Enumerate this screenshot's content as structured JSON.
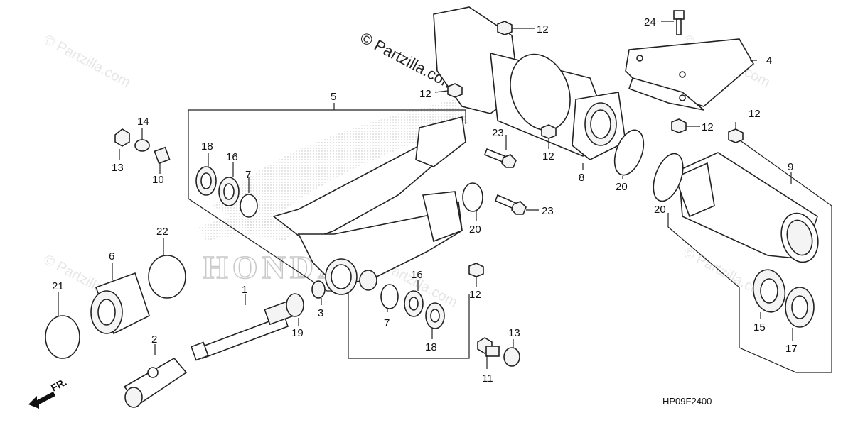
{
  "watermark_main": "© Partzilla.com",
  "watermark_faint": "© Partzilla.com",
  "brand_outline": "HONDA",
  "diagram_code": "HP09F2400",
  "front_indicator": "FR.",
  "callouts": {
    "p1": "1",
    "p2": "2",
    "p3": "3",
    "p4": "4",
    "p5": "5",
    "p6": "6",
    "p7a": "7",
    "p7b": "7",
    "p8": "8",
    "p9": "9",
    "p10": "10",
    "p11": "11",
    "p12a": "12",
    "p12b": "12",
    "p12c": "12",
    "p12d": "12",
    "p12e": "12",
    "p12f": "12",
    "p13a": "13",
    "p13b": "13",
    "p14": "14",
    "p15": "15",
    "p16a": "16",
    "p16b": "16",
    "p17": "17",
    "p18a": "18",
    "p18b": "18",
    "p19": "19",
    "p20a": "20",
    "p20b": "20",
    "p20c": "20",
    "p21": "21",
    "p22": "22",
    "p23a": "23",
    "p23b": "23",
    "p24": "24"
  }
}
